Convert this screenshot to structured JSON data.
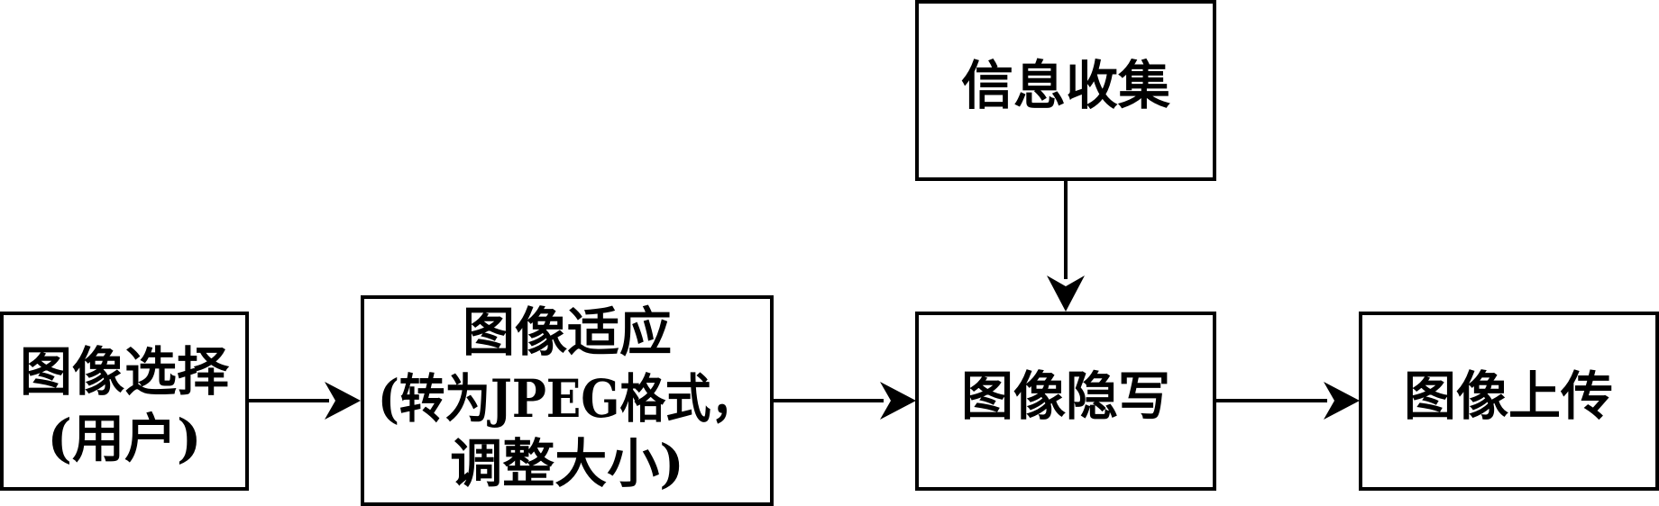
{
  "nodes": {
    "image_select": {
      "lines": [
        "图像选择",
        "(用户)"
      ]
    },
    "image_adapt": {
      "lines": [
        "图像适应",
        "(转为JPEG格式，",
        "调整大小)"
      ]
    },
    "info_collect": {
      "lines": [
        "信息收集"
      ]
    },
    "image_stego": {
      "lines": [
        "图像隐写"
      ]
    },
    "image_upload": {
      "lines": [
        "图像上传"
      ]
    }
  },
  "edges": [
    {
      "from": "image_select",
      "to": "image_adapt"
    },
    {
      "from": "image_adapt",
      "to": "image_stego"
    },
    {
      "from": "info_collect",
      "to": "image_stego"
    },
    {
      "from": "image_stego",
      "to": "image_upload"
    }
  ],
  "colors": {
    "stroke": "#000000",
    "fill": "#ffffff"
  }
}
